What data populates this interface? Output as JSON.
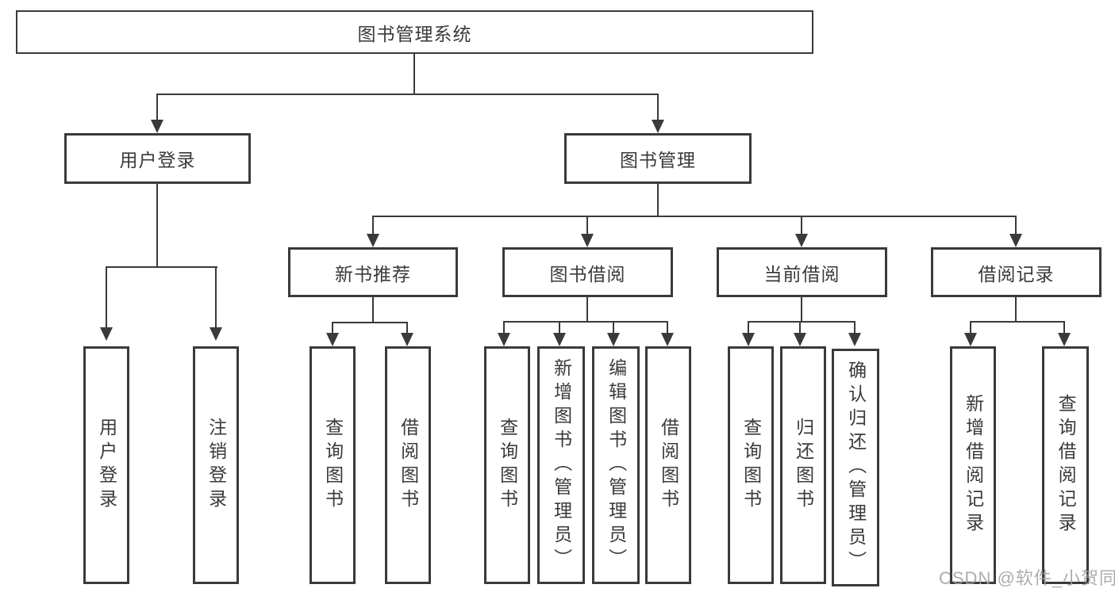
{
  "diagram": {
    "type": "tree-hierarchy",
    "title": "图书管理系统",
    "watermark": "CSDN @软件_小贺同学",
    "colors": {
      "background": "#ffffff",
      "line": "#3a3a3a",
      "box_border": "#3a3a3a",
      "box_fill": "#ffffff",
      "text": "#3a3a3a",
      "watermark_text": "#9e9e9e"
    },
    "tree": {
      "root": {
        "label": "图书管理系统"
      },
      "level2": [
        {
          "label": "用户登录",
          "children": [
            {
              "label": "用户登录"
            },
            {
              "label": "注销登录"
            }
          ]
        },
        {
          "label": "图书管理",
          "children": [
            {
              "label": "新书推荐",
              "children": [
                {
                  "label": "查询图书"
                },
                {
                  "label": "借阅图书"
                }
              ]
            },
            {
              "label": "图书借阅",
              "children": [
                {
                  "label": "查询图书"
                },
                {
                  "label": "新增图书（管理员）"
                },
                {
                  "label": "编辑图书（管理员）"
                },
                {
                  "label": "借阅图书"
                }
              ]
            },
            {
              "label": "当前借阅",
              "children": [
                {
                  "label": "查询图书"
                },
                {
                  "label": "归还图书"
                },
                {
                  "label": "确认归还（管理员）"
                }
              ]
            },
            {
              "label": "借阅记录",
              "children": [
                {
                  "label": "新增借阅记录"
                },
                {
                  "label": "查询借阅记录"
                }
              ]
            }
          ]
        }
      ]
    }
  }
}
